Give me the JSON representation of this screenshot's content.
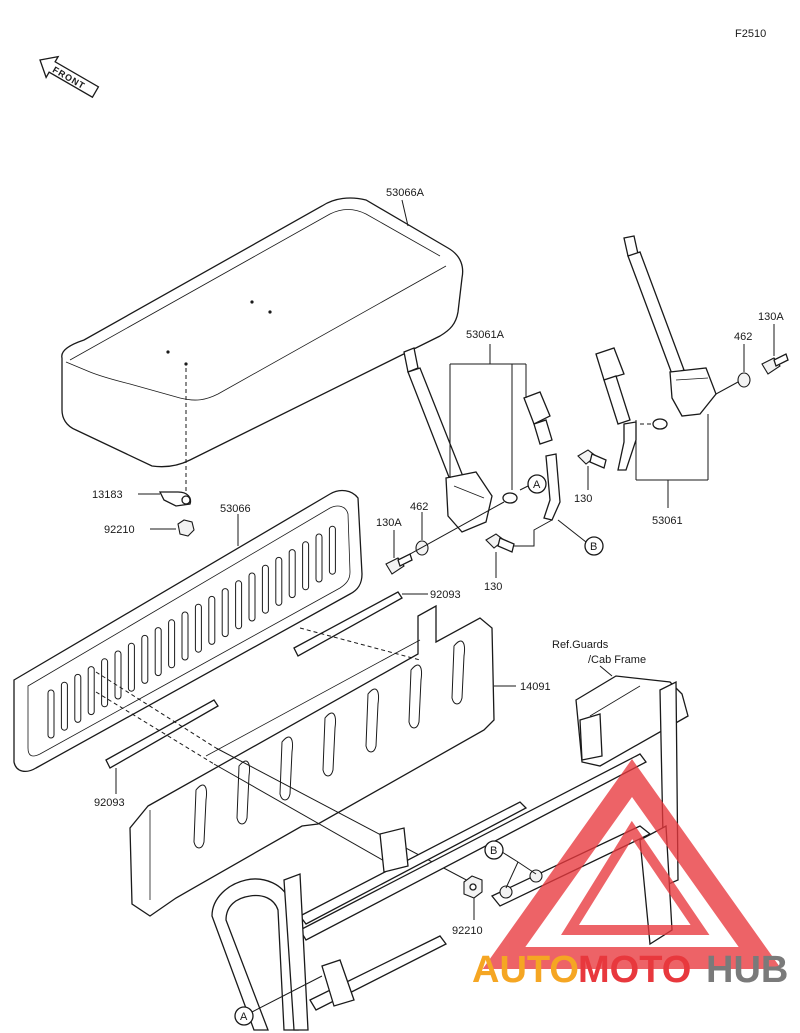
{
  "figure_code": "F2510",
  "front_label": "FRONT",
  "parts": {
    "p53066A": "53066A",
    "p53061A": "53061A",
    "p130A_right": "130A",
    "p462_right": "462",
    "p130_mid": "130",
    "p53061": "53061",
    "p13183": "13183",
    "p92210_top": "92210",
    "p53066": "53066",
    "p462_left": "462",
    "p130A_left": "130A",
    "p130_low": "130",
    "p92093_top": "92093",
    "p14091": "14091",
    "p92093_bottom": "92093",
    "p92210_bottom": "92210"
  },
  "reference": {
    "line1": "Ref.Guards",
    "line2": "/Cab Frame"
  },
  "callouts": {
    "a_upper": "A",
    "b_upper": "B",
    "b_lower": "B",
    "a_lower": "A"
  },
  "watermark": {
    "part1": "AUTO",
    "part2": "MOTO",
    "part3": "HUB",
    "colors": {
      "orange": "#f5a623",
      "red": "#e8383d",
      "gray": "#7a7a7a"
    }
  }
}
